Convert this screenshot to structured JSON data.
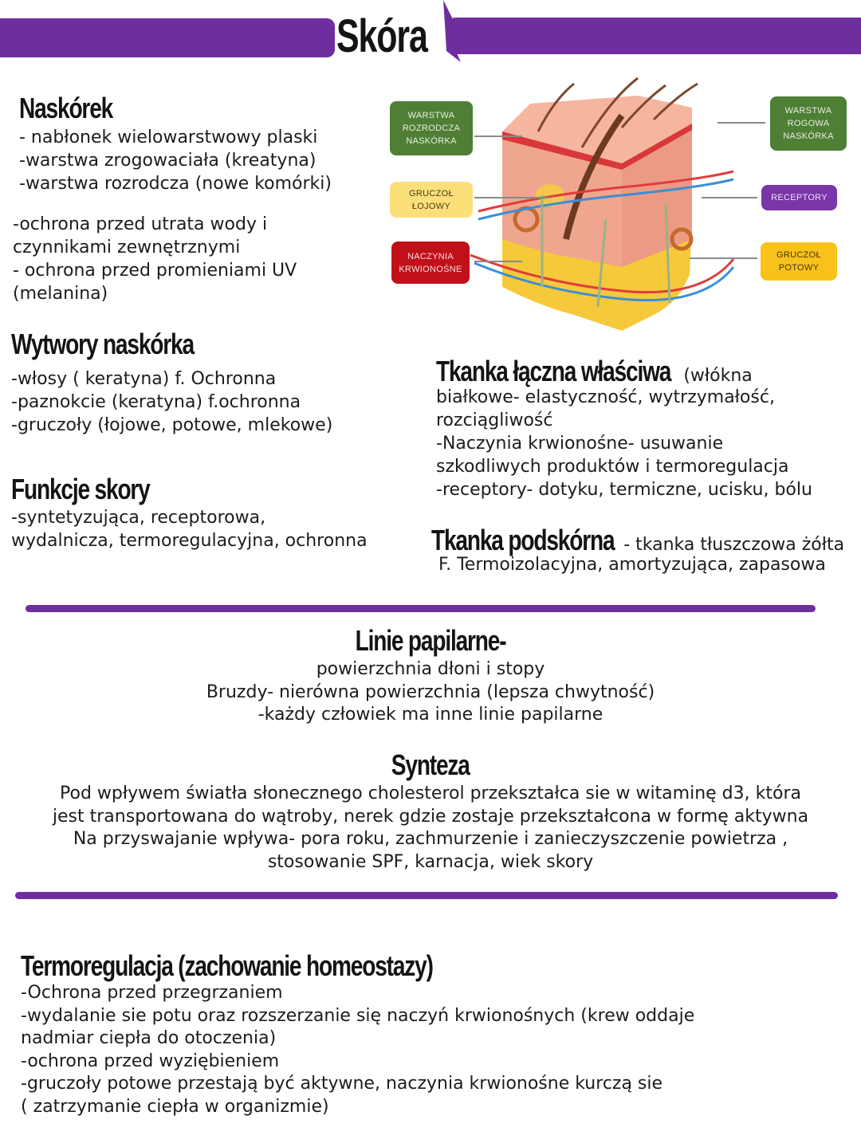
{
  "header": {
    "title": "Skóra",
    "accent_color": "#6e2e9e"
  },
  "naskorek": {
    "heading": "Naskórek",
    "lines": [
      "- nabłonek wielowarstwowy plaski",
      "-warstwa zrogowaciała (kreatyna)",
      "-warstwa rozrodcza (nowe komórki)"
    ],
    "functions": [
      "-ochrona przed utrata wody i",
      "czynnikami zewnętrznymi",
      "- ochrona przed promieniami UV",
      "(melanina)"
    ]
  },
  "diagram": {
    "labels": {
      "warstwa_rozrodcza": [
        "WARSTWA",
        "ROZRODCZA",
        "NASKÓRKA"
      ],
      "gruczol_lojowy": [
        "GRUCZOŁ",
        "ŁOJOWY"
      ],
      "naczynia": [
        "NACZYNIA",
        "KRWIONOŚNE"
      ],
      "warstwa_rogowa": [
        "WARSTWA",
        "ROGOWA",
        "NASKÓRKA"
      ],
      "receptory": [
        "RECEPTORY"
      ],
      "gruczol_potowy": [
        "GRUCZOŁ",
        "POTOWY"
      ]
    }
  },
  "wytwory": {
    "heading": "Wytwory naskórka",
    "lines": [
      "-włosy ( keratyna) f. Ochronna",
      "-paznokcie (keratyna) f.ochronna",
      "-gruczoły (łojowe, potowe, mlekowe)"
    ]
  },
  "funkcje": {
    "heading": "Funkcje skory",
    "lines": [
      "-syntetyzująca, receptorowa,",
      "wydalnicza, termoregulacyjna, ochronna"
    ]
  },
  "tkanka_laczna": {
    "heading": "Tkanka łączna właściwa",
    "heading_suffix": " (włókna",
    "lines": [
      "białkowe- elastyczność, wytrzymałość,",
      "rozciągliwość",
      "-Naczynia krwionośne- usuwanie",
      "szkodliwych produktów i termoregulacja",
      "-receptory- dotyku, termiczne, ucisku, bólu"
    ]
  },
  "tkanka_podskorna": {
    "heading": "Tkanka podskórna",
    "heading_suffix": " - tkanka tłuszczowa żółta",
    "lines": [
      "F. Termoizolacyjna, amortyzująca, zapasowa"
    ]
  },
  "linie": {
    "heading": "Linie papilarne-",
    "lines": [
      "powierzchnia dłoni i stopy",
      "Bruzdy- nierówna powierzchnia (lepsza chwytność)",
      "-każdy człowiek ma inne linie papilarne"
    ]
  },
  "synteza": {
    "heading": "Synteza",
    "lines": [
      "Pod wpływem światła słonecznego cholesterol przekształca sie w witaminę d3, która",
      "jest transportowana do wątroby, nerek gdzie zostaje przekształcona w formę aktywna",
      "Na przyswajanie wpływa- pora roku, zachmurzenie i zanieczyszczenie powietrza ,",
      "stosowanie SPF, karnacja, wiek skory"
    ]
  },
  "termoregulacja": {
    "heading": "Termoregulacja (zachowanie homeostazy)",
    "lines": [
      "-Ochrona przed przegrzaniem",
      "-wydalanie sie potu oraz rozszerzanie się naczyń krwionośnych (krew oddaje",
      "nadmiar ciepła do otoczenia)",
      "-ochrona przed wyziębieniem",
      "-gruczoły potowe przestają być aktywne, naczynia krwionośne kurczą sie",
      "( zatrzymanie ciepła w organizmie)"
    ]
  }
}
